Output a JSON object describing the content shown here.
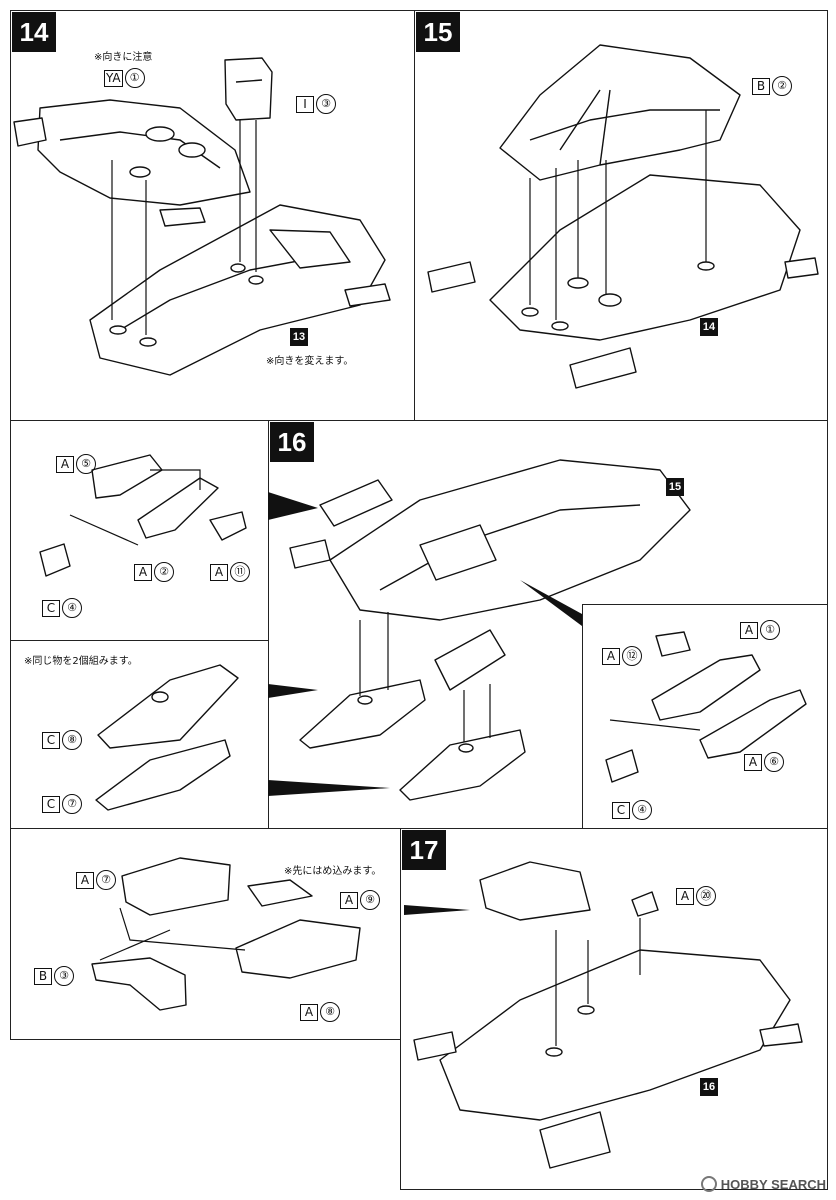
{
  "steps": {
    "s14": "14",
    "s15": "15",
    "s16": "16",
    "s17": "17"
  },
  "refs": {
    "r13": "13",
    "r14": "14",
    "r15": "15",
    "r16": "16"
  },
  "notes": {
    "orientation_attention": "※向きに注意",
    "orientation_change": "※向きを変えます。",
    "make_two": "※同じ物を2個組みます。",
    "insert_first": "※先にはめ込みます。"
  },
  "parts": [
    {
      "id": "ya1",
      "letter": "YA",
      "num": "①"
    },
    {
      "id": "i3",
      "letter": "I",
      "num": "③"
    },
    {
      "id": "b2",
      "letter": "B",
      "num": "②"
    },
    {
      "id": "a5",
      "letter": "A",
      "num": "⑤"
    },
    {
      "id": "a2",
      "letter": "A",
      "num": "②"
    },
    {
      "id": "a11",
      "letter": "A",
      "num": "⑪"
    },
    {
      "id": "c4a",
      "letter": "C",
      "num": "④"
    },
    {
      "id": "c8",
      "letter": "C",
      "num": "⑧"
    },
    {
      "id": "c7",
      "letter": "C",
      "num": "⑦"
    },
    {
      "id": "a1",
      "letter": "A",
      "num": "①"
    },
    {
      "id": "a12",
      "letter": "A",
      "num": "⑫"
    },
    {
      "id": "a6",
      "letter": "A",
      "num": "⑥"
    },
    {
      "id": "c4b",
      "letter": "C",
      "num": "④"
    },
    {
      "id": "a7",
      "letter": "A",
      "num": "⑦"
    },
    {
      "id": "a9",
      "letter": "A",
      "num": "⑨"
    },
    {
      "id": "b3",
      "letter": "B",
      "num": "③"
    },
    {
      "id": "a8",
      "letter": "A",
      "num": "⑧"
    },
    {
      "id": "a20",
      "letter": "A",
      "num": "⑳"
    }
  ],
  "watermark": "HOBBY SEARCH"
}
